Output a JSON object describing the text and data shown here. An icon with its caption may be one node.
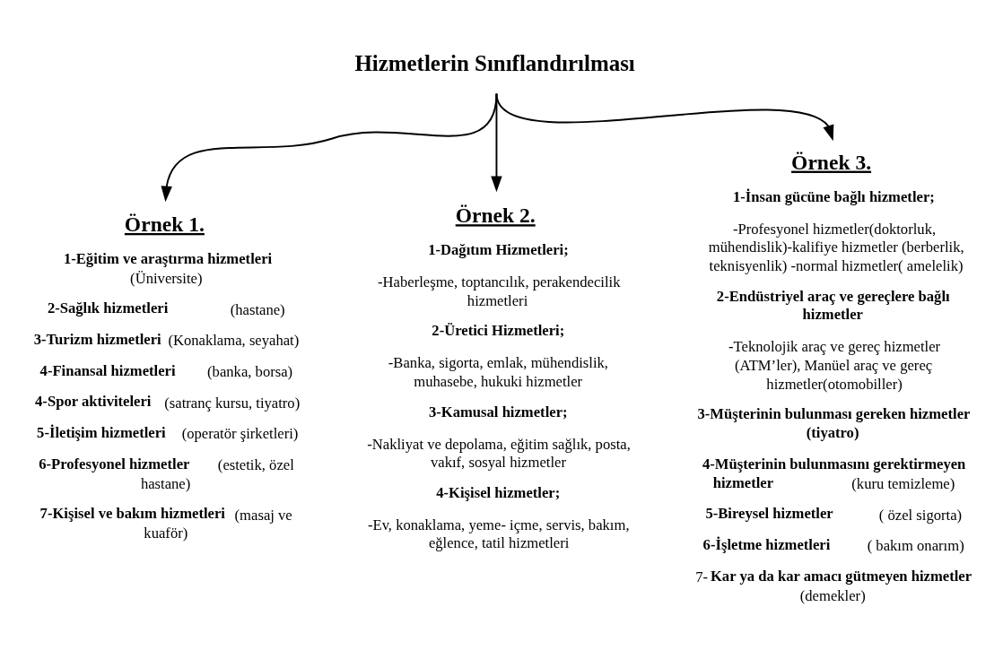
{
  "diagram": {
    "nodes": [
      {
        "text": [
          "Hizmetlerin Sınıflandırılması"
        ]
      },
      {
        "text": [
          "Örnek 1."
        ],
        "beside": [
          "**1-Eğitim ve araştırma hizmetleri** (Üniversite)",
          "**2-Sağlık hizmetleri** (hastane)",
          "**3-Turizm hizmetleri** (Konaklama, seyahat)",
          "**4-Finansal hizmetleri** (banka, borsa)",
          "**4-Spor aktiviteleri** (satranç kursu, tiyatro)",
          "**5-İletişim hizmetleri** (operatör şirketleri)",
          "**6-Profesyonel hizmetler** (estetik, özel hastane)",
          "**7-Kişisel ve bakım hizmetleri**(masaj ve kuaför)"
        ]
      },
      {
        "text": [
          "Örnek 2."
        ],
        "beside": [
          "**1-Dağıtım Hizmetleri;**",
          "-Haberleşme, toptancılık, perakendecilik hizmetleri",
          "**2-Üretici Hizmetleri;**",
          "-Banka, sigorta, emlak, mühendislik, muhasebe, hukuki hizmetler",
          "**3-Kamusal hizmetler;**",
          "-Nakliyat ve depolama, eğitim sağlık, posta, vakıf, sosyal hizmetler",
          "**4-Kişisel hizmetler;**",
          "-Ev, konaklama, yeme- içme, servis, bakım, eğlence, tatil hizmetleri"
        ]
      },
      {
        "text": [
          "Örnek 3."
        ],
        "beside": [
          "**1-İnsan gücüne bağlı hizmetler;**",
          "-Profesyonel hizmetler(doktorluk, mühendislik)-kalifiye hizmetler (berberlik, teknisyenlik) -normal hizmetler( amelelik)",
          "**2-Endüstriyel araç ve gereçlere bağlı hizmetler**",
          "-Teknolojik araç ve gereç hizmetler (ATM’ler), Manüel araç ve gereç hizmetler(otomobiller)",
          "**3-Müşterinin bulunması gereken hizmetler (tiyatro)**",
          "**4-Müşterinin bulunmasını gerektirmeyen hizmetler** (kuru temizleme)",
          "**5-Bireysel hizmetler** ( özel sigorta)",
          "**6-İşletme hizmetleri** ( bakım onarım)",
          "7-**Kar ya da kar amacı gütmeyen hizmetler** (demekler)"
        ]
      }
    ],
    "edges": [
      {
        "from": 0,
        "to": 1,
        "arrow": "to"
      },
      {
        "from": 0,
        "to": 2,
        "arrow": "to"
      },
      {
        "from": 0,
        "to": 3,
        "arrow": "to"
      }
    ]
  }
}
